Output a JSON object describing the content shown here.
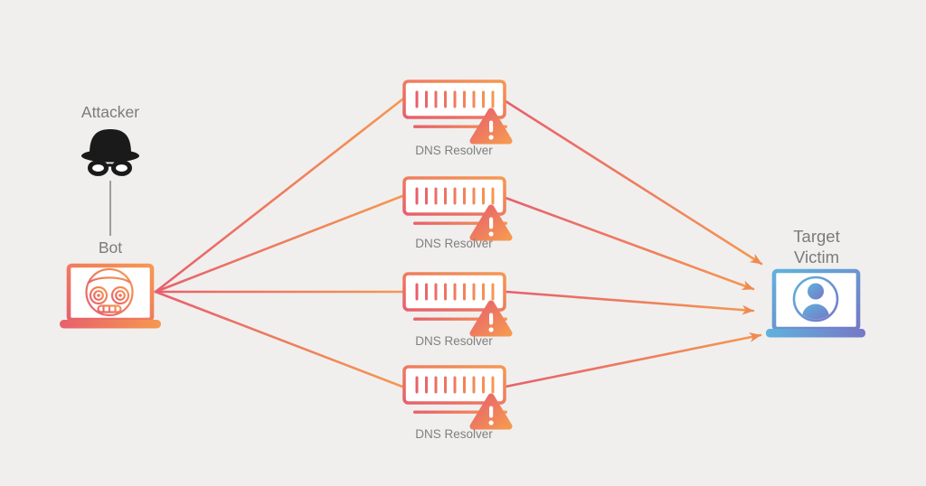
{
  "nodes": {
    "attacker": {
      "label": "Attacker",
      "icon": "spy-hat-mask-icon"
    },
    "bot": {
      "label": "Bot",
      "icon": "robot-laptop-icon"
    },
    "dns_resolvers": [
      {
        "label": "DNS Resolver",
        "icon": "server-rack-icon",
        "status_icon": "warning-triangle-icon"
      },
      {
        "label": "DNS Resolver",
        "icon": "server-rack-icon",
        "status_icon": "warning-triangle-icon"
      },
      {
        "label": "DNS Resolver",
        "icon": "server-rack-icon",
        "status_icon": "warning-triangle-icon"
      },
      {
        "label": "DNS Resolver",
        "icon": "server-rack-icon",
        "status_icon": "warning-triangle-icon"
      }
    ],
    "victim": {
      "label_line1": "Target",
      "label_line2": "Victim",
      "icon": "user-laptop-icon"
    }
  },
  "edges": [
    {
      "from": "attacker",
      "to": "bot",
      "style": "plain-gray"
    },
    {
      "from": "bot",
      "to": "dns_resolver_1",
      "arrowhead": false
    },
    {
      "from": "bot",
      "to": "dns_resolver_2",
      "arrowhead": false
    },
    {
      "from": "bot",
      "to": "dns_resolver_3",
      "arrowhead": false
    },
    {
      "from": "bot",
      "to": "dns_resolver_4",
      "arrowhead": false
    },
    {
      "from": "dns_resolver_1",
      "to": "victim",
      "arrowhead": true
    },
    {
      "from": "dns_resolver_2",
      "to": "victim",
      "arrowhead": true
    },
    {
      "from": "dns_resolver_3",
      "to": "victim",
      "arrowhead": true
    },
    {
      "from": "dns_resolver_4",
      "to": "victim",
      "arrowhead": true
    }
  ],
  "colors": {
    "background": "#F0EFEE",
    "line_gradient_start_pink": "#E7606C",
    "line_gradient_end_orange": "#F69851",
    "arrowhead_orange": "#F08A52",
    "victim_gradient_blue": "#5FB2DC",
    "victim_gradient_indigo": "#7678C6",
    "label_gray": "#7B7B7B",
    "attacker_connector_gray": "#9C9C9C",
    "attacker_icon_black": "#1A1A1A",
    "icon_fill_white": "#FFFFFF"
  }
}
